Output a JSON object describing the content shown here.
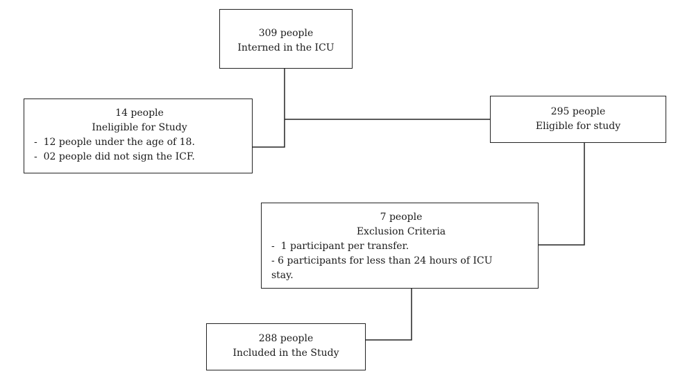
{
  "flowchart": {
    "total": {
      "count": "309 people",
      "label": "Interned in the ICU"
    },
    "ineligible": {
      "count": "14 people",
      "label": "Ineligible for Study",
      "items": [
        "-  12 people under the age of 18.",
        "-  02 people did not sign the ICF."
      ]
    },
    "eligible": {
      "count": "295 people",
      "label": "Eligible for study"
    },
    "excluded": {
      "count": "7 people",
      "label": "Exclusion Criteria",
      "items": [
        "-  1 participant per transfer.",
        "-  6  participants for less than 24 hours of ICU stay."
      ]
    },
    "included": {
      "count": "288 people",
      "label": "Included in the Study"
    }
  }
}
